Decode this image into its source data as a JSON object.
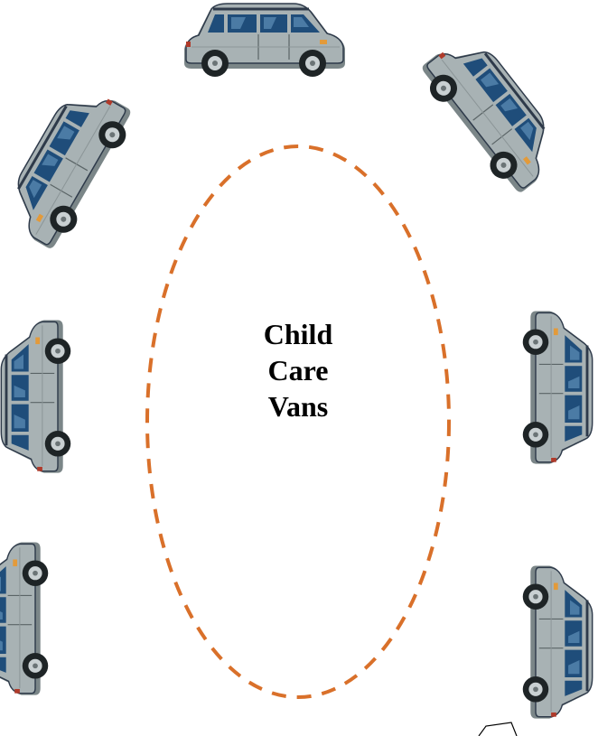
{
  "center_label": [
    "Child",
    "Care",
    "Vans"
  ],
  "colors": {
    "ellipse_dash": "#d9702a",
    "van_body": "#a8b2b4",
    "van_shadow": "#7b8688",
    "van_roof_line": "#2e3a4a",
    "window": "#1f4d7a",
    "window_highlight": "#5e8fb8",
    "tire": "#1e2426",
    "hub": "#c9d0d2",
    "indicator": "#e39a3a"
  },
  "icons": [
    "minivan-icon"
  ]
}
